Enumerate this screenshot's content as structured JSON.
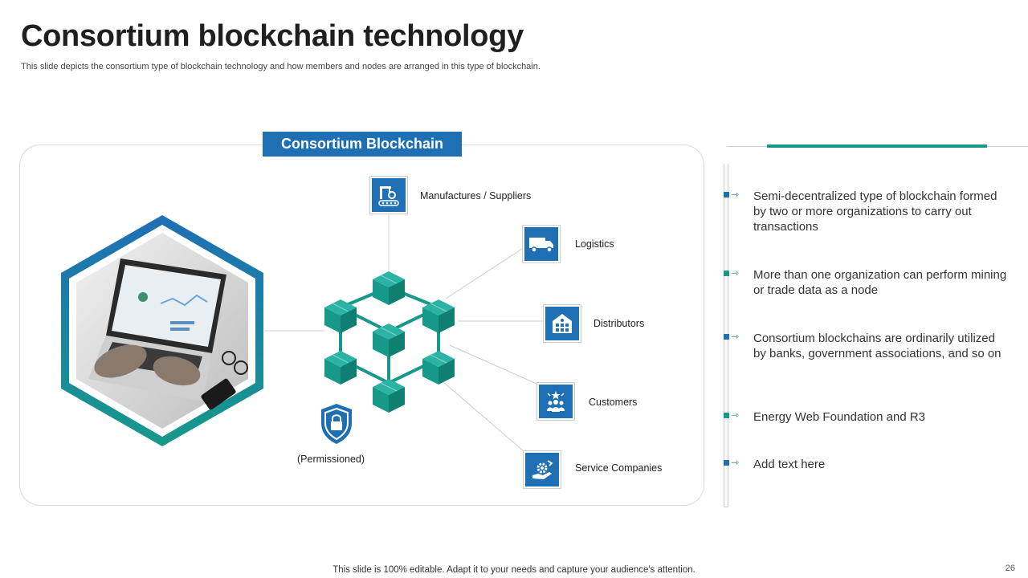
{
  "header": {
    "title": "Consortium blockchain technology",
    "subtitle": "This slide depicts the consortium type of blockchain technology and how members and nodes are arranged in this type of blockchain."
  },
  "panel": {
    "header": "Consortium Blockchain",
    "permissioned_label": "(Permissioned)",
    "nodes": [
      {
        "label": "Manufactures  / Suppliers",
        "icon": "factory-icon"
      },
      {
        "label": "Logistics",
        "icon": "truck-icon"
      },
      {
        "label": "Distributors",
        "icon": "warehouse-icon"
      },
      {
        "label": "Customers",
        "icon": "customers-icon"
      },
      {
        "label": "Service  Companies",
        "icon": "service-hand-gear-icon"
      }
    ]
  },
  "bullets": [
    {
      "text": "Semi-decentralized type of blockchain formed by two or more organizations to carry out transactions",
      "color": "#1f6fb5"
    },
    {
      "text": "More than one organization can perform mining or trade data as a node",
      "color": "#17998a"
    },
    {
      "text": "Consortium blockchains are ordinarily utilized by banks, government associations, and so on",
      "color": "#1f6fb5"
    },
    {
      "text": "Energy Web Foundation and R3",
      "color": "#17998a"
    },
    {
      "text": "Add text here",
      "color": "#1f6fb5"
    }
  ],
  "footer": {
    "text": "This slide is 100% editable. Adapt it to your needs and capture your audience's attention.",
    "page_number": "26"
  },
  "colors": {
    "blue": "#1f6fb5",
    "teal": "#17998a"
  }
}
